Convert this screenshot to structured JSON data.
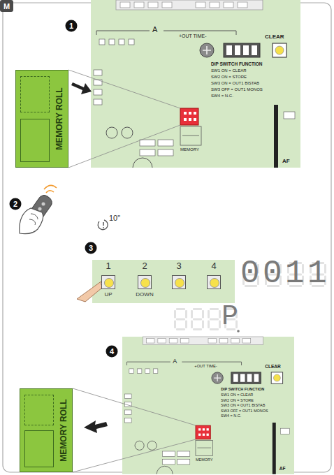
{
  "diagram": {
    "nodes": [
      {
        "text": [
          "MEMORY ROLL"
        ]
      },
      {
        "text": [
          "1",
          "UP"
        ]
      },
      {
        "text": [
          "2",
          "DOWN"
        ]
      },
      {
        "text": [
          "3"
        ]
      },
      {
        "text": [
          "4"
        ]
      },
      {
        "text": [
          "MEMORY ROLL"
        ]
      }
    ],
    "labels": [
      "M",
      "1",
      "A",
      "+OUT TIME-",
      "CLEAR",
      "DIP SWITCH FUNCTION",
      "SW1 ON = CLEAR",
      "SW2 ON = STORE",
      "SW3 ON = OUT1 BISTAB",
      "SW3 OFF = OUT1 MONOS",
      "SW4 = N.C.",
      "MEMORY",
      "AF",
      "2",
      "10\"",
      "3",
      "0011",
      "P",
      "4",
      "A",
      "+OUT TIME-",
      "CLEAR",
      "DIP SWITCH FUNCTION",
      "SW1 ON = CLEAR",
      "SW2 ON = STORE",
      "SW3 ON = OUT1 BISTAB",
      "SW3 OFF = OUT1 MONOS",
      "SW4 = N.C.",
      "MEMORY",
      "AF"
    ]
  }
}
